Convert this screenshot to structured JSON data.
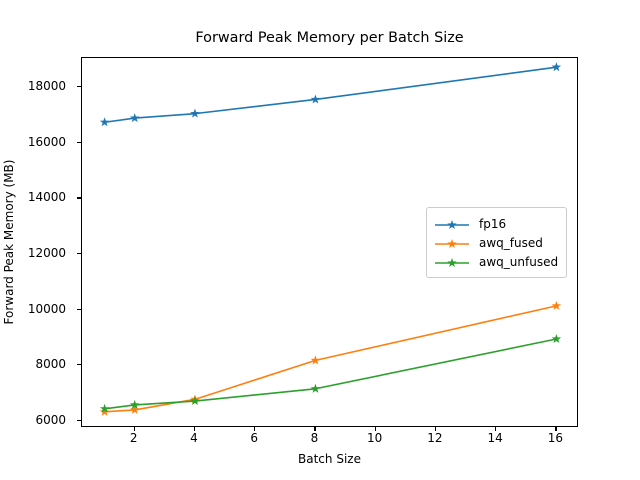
{
  "chart_data": {
    "type": "line",
    "title": "Forward Peak Memory per Batch Size",
    "xlabel": "Batch Size",
    "ylabel": "Forward Peak Memory (MB)",
    "x": [
      1,
      2,
      4,
      8,
      16
    ],
    "xlim": [
      0.25,
      16.75
    ],
    "ylim": [
      5750,
      19050
    ],
    "xticks": [
      2,
      4,
      6,
      8,
      10,
      12,
      14,
      16
    ],
    "xtick_labels": [
      "2",
      "4",
      "6",
      "8",
      "10",
      "12",
      "14",
      "16"
    ],
    "yticks": [
      6000,
      8000,
      10000,
      12000,
      14000,
      16000,
      18000
    ],
    "ytick_labels": [
      "6000",
      "8000",
      "10000",
      "12000",
      "14000",
      "16000",
      "18000"
    ],
    "grid": false,
    "marker": "star",
    "legend_position": "center right",
    "series": [
      {
        "name": "fp16",
        "color": "#1f77b4",
        "values": [
          16740,
          16890,
          17050,
          17560,
          18720
        ]
      },
      {
        "name": "awq_fused",
        "color": "#ff7f0e",
        "values": [
          6330,
          6400,
          6780,
          8180,
          10140
        ]
      },
      {
        "name": "awq_unfused",
        "color": "#2ca02c",
        "values": [
          6440,
          6580,
          6720,
          7160,
          8950
        ]
      }
    ]
  },
  "legend": {
    "entries": [
      {
        "label": "fp16"
      },
      {
        "label": "awq_fused"
      },
      {
        "label": "awq_unfused"
      }
    ]
  }
}
